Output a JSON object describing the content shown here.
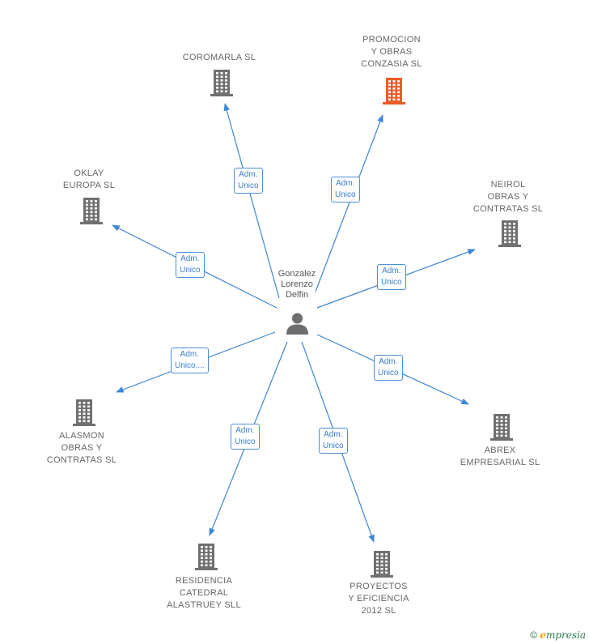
{
  "center": {
    "lines": [
      "Gonzalez",
      "Lorenzo",
      "Delfin"
    ],
    "icon": "person-icon"
  },
  "colors": {
    "edge": "#3f86d6",
    "building": "#707070",
    "building_highlight": "#f05a28"
  },
  "nodes": [
    {
      "id": "coromarla",
      "lines": [
        "COROMARLA SL"
      ],
      "highlight": false,
      "edge_label": [
        "Adm.",
        "Unico"
      ]
    },
    {
      "id": "promocion",
      "lines": [
        "PROMOCION",
        "Y OBRAS",
        "CONZASIA SL"
      ],
      "highlight": true,
      "edge_label": [
        "Adm.",
        "Unico"
      ]
    },
    {
      "id": "oklay",
      "lines": [
        "OKLAY",
        "EUROPA SL"
      ],
      "highlight": false,
      "edge_label": [
        "Adm.",
        "Unico"
      ]
    },
    {
      "id": "neirol",
      "lines": [
        "NEIROL",
        "OBRAS Y",
        "CONTRATAS SL"
      ],
      "highlight": false,
      "edge_label": [
        "Adm.",
        "Unico"
      ]
    },
    {
      "id": "alasmon",
      "lines": [
        "ALASMON",
        "OBRAS Y",
        "CONTRATAS SL"
      ],
      "highlight": false,
      "edge_label": [
        "Adm.",
        "Unico,..."
      ]
    },
    {
      "id": "abrex",
      "lines": [
        "ABREX",
        "EMPRESARIAL SL"
      ],
      "highlight": false,
      "edge_label": [
        "Adm.",
        "Unico"
      ]
    },
    {
      "id": "residencia",
      "lines": [
        "RESIDENCIA",
        "CATEDRAL",
        "ALASTRUEY SLL"
      ],
      "highlight": false,
      "edge_label": [
        "Adm.",
        "Unico"
      ]
    },
    {
      "id": "proyectos",
      "lines": [
        "PROYECTOS",
        "Y EFICIENCIA",
        "2012 SL"
      ],
      "highlight": false,
      "edge_label": [
        "Adm.",
        "Unico"
      ]
    }
  ],
  "footer": {
    "copyright": "©",
    "brand_initial": "e",
    "brand_rest": "mpresia"
  }
}
